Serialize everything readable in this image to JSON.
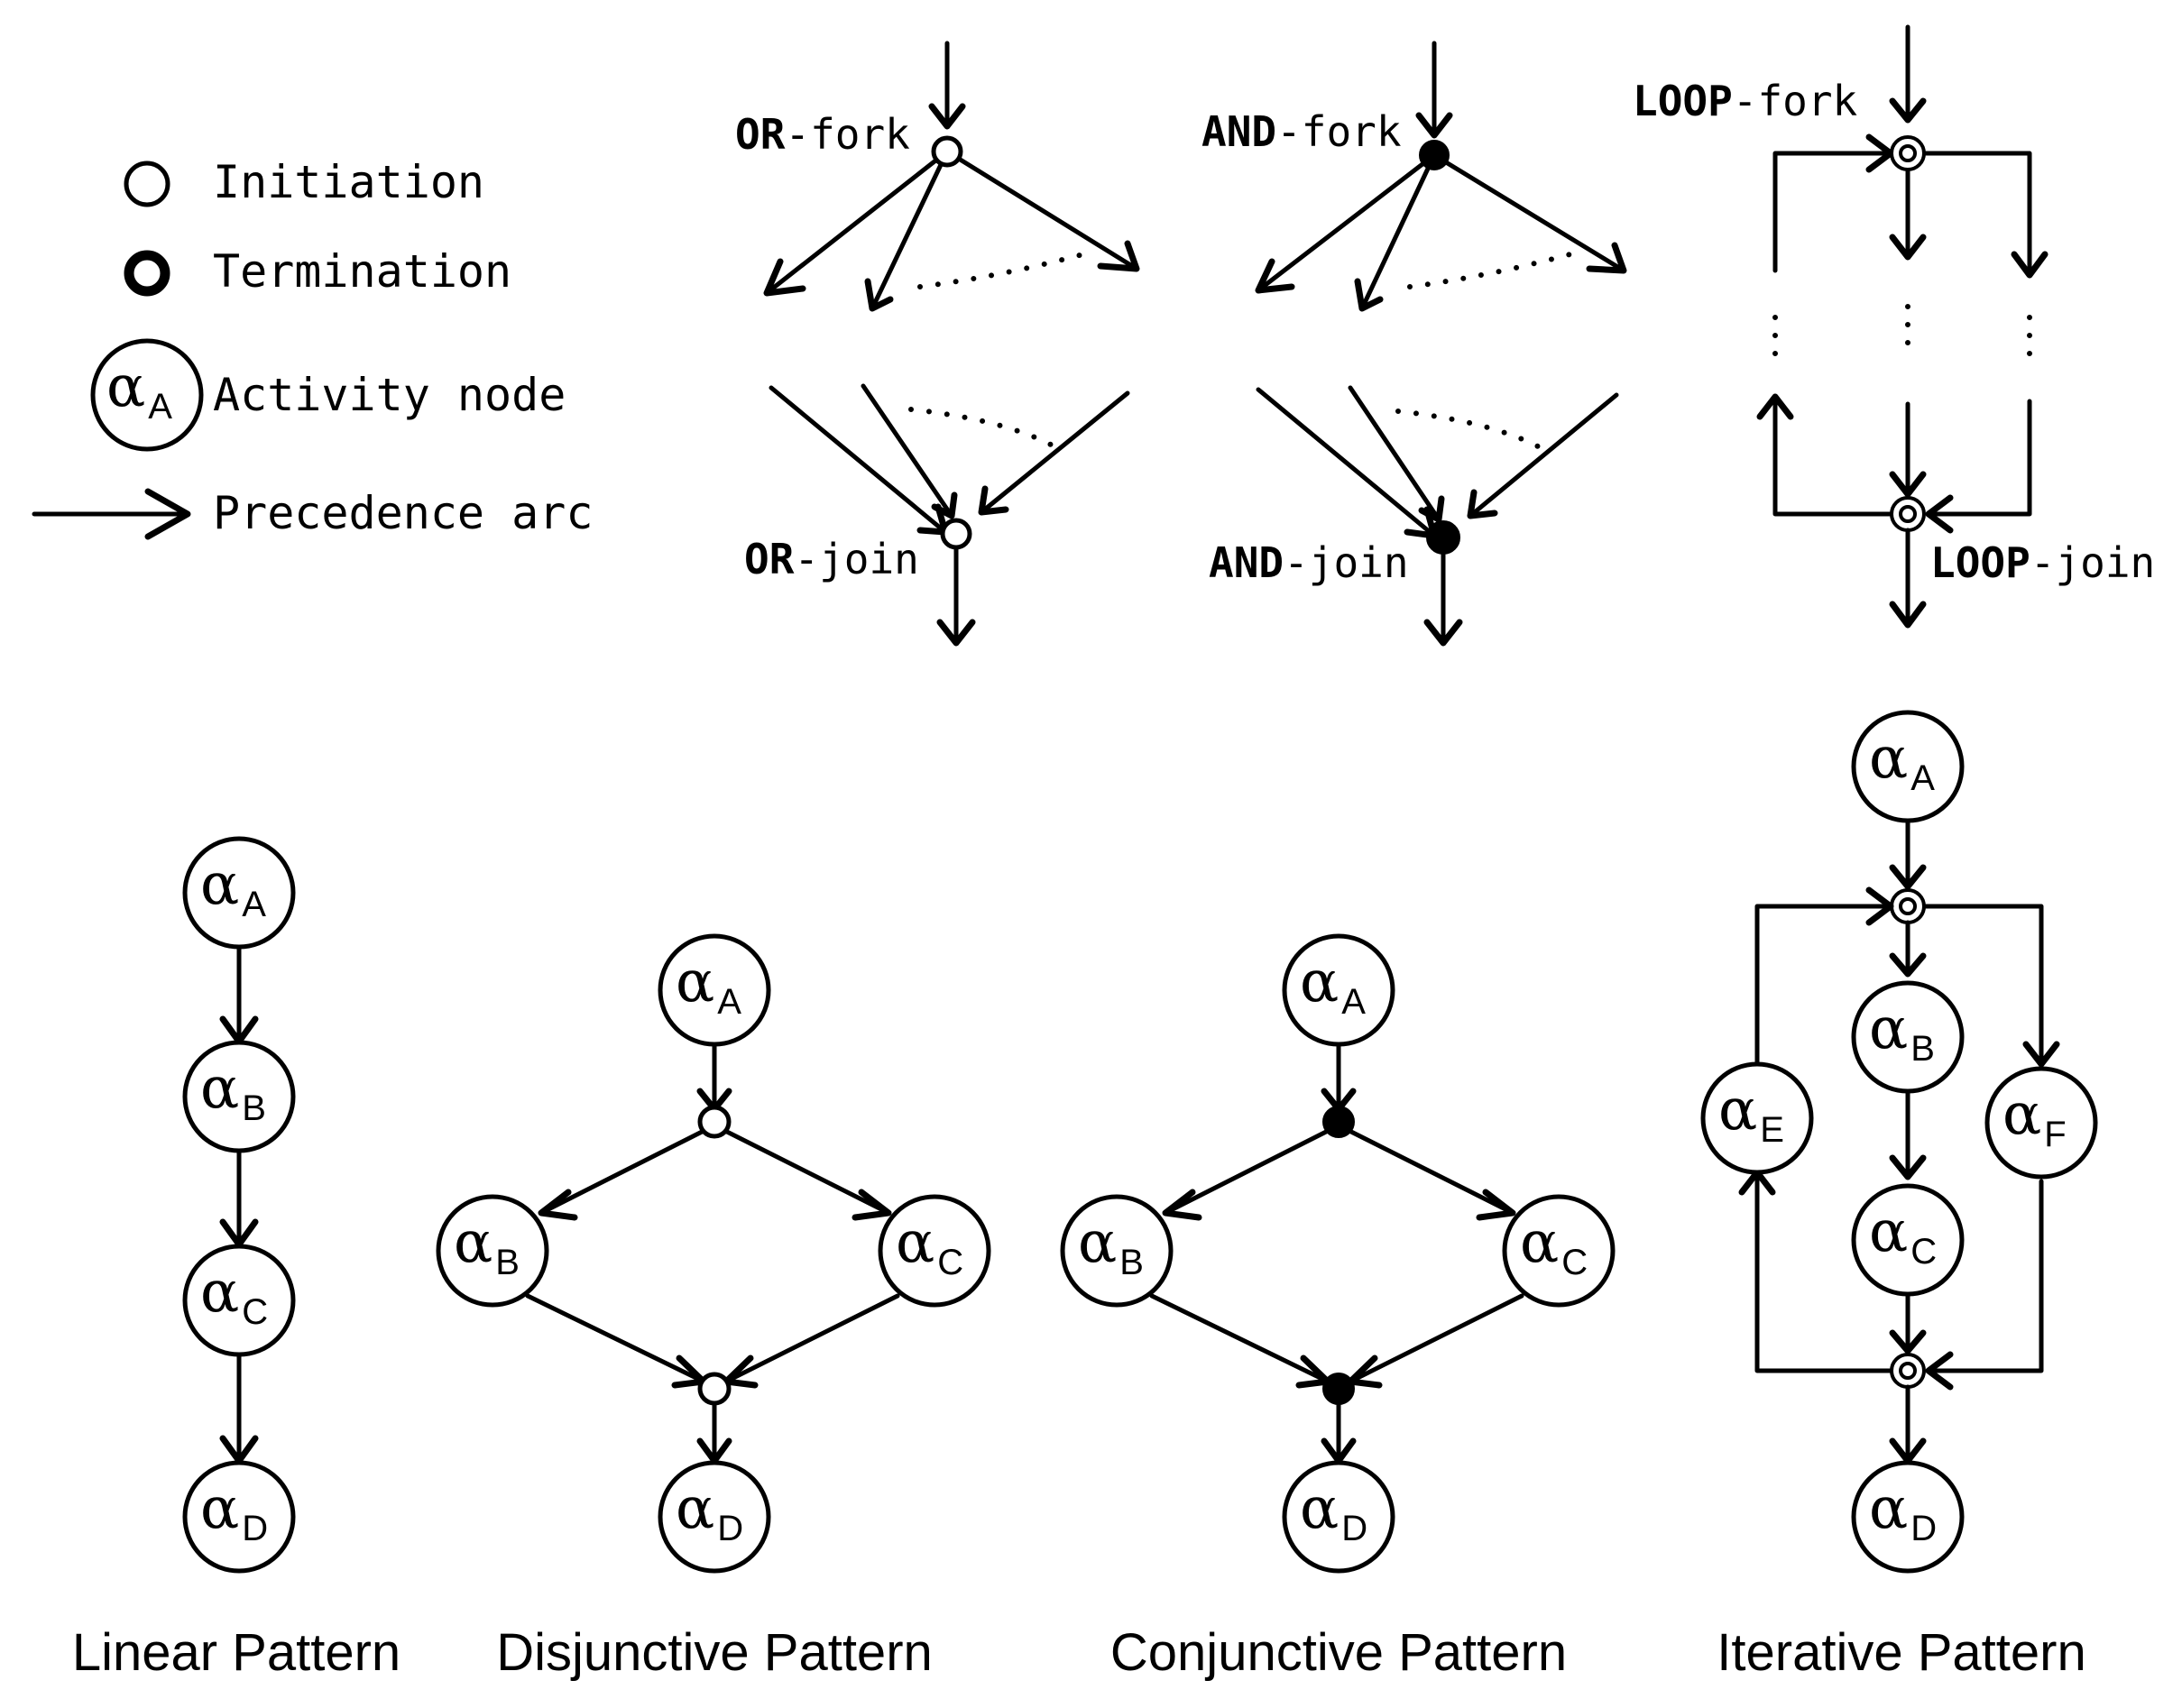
{
  "legend": {
    "initiation": "Initiation",
    "termination": "Termination",
    "activity_node": "Activity node",
    "activity_node_symbol": "α",
    "activity_node_subscript": "A",
    "precedence_arc": "Precedence arc"
  },
  "connectors": {
    "or_fork": {
      "keyword": "OR",
      "suffix": "-fork"
    },
    "or_join": {
      "keyword": "OR",
      "suffix": "-join"
    },
    "and_fork": {
      "keyword": "AND",
      "suffix": "-fork"
    },
    "and_join": {
      "keyword": "AND",
      "suffix": "-join"
    },
    "loop_fork": {
      "keyword": "LOOP",
      "suffix": "-fork"
    },
    "loop_join": {
      "keyword": "LOOP",
      "suffix": "-join"
    }
  },
  "greek_symbol": "α",
  "patterns": {
    "linear": {
      "caption": "Linear Pattern",
      "nodes": [
        "A",
        "B",
        "C",
        "D"
      ]
    },
    "disjunctive": {
      "caption": "Disjunctive Pattern",
      "nodes": [
        "A",
        "B",
        "C",
        "D"
      ]
    },
    "conjunctive": {
      "caption": "Conjunctive Pattern",
      "nodes": [
        "A",
        "B",
        "C",
        "D"
      ]
    },
    "iterative": {
      "caption": "Iterative Pattern",
      "nodes": [
        "A",
        "B",
        "C",
        "D",
        "E",
        "F"
      ]
    }
  }
}
